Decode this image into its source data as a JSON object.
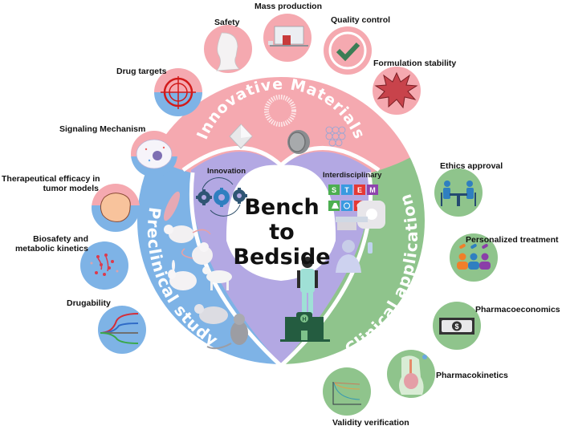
{
  "title": {
    "line1": "Bench",
    "line2": "to",
    "line3": "Bedside"
  },
  "colors": {
    "pink": "#f5a9b0",
    "pink_light": "#f7b7bd",
    "blue": "#7eb3e6",
    "green": "#8fc48c",
    "purple": "#b3a8e3",
    "white": "#ffffff",
    "text": "#111111"
  },
  "lobes": {
    "top": {
      "label": "Innovative Materials",
      "color": "pink"
    },
    "left": {
      "label": "Preclinical study",
      "color": "blue"
    },
    "right": {
      "label": "Clinical application",
      "color": "green"
    }
  },
  "overlaps": {
    "innovation": {
      "label": "Innovation",
      "icon": "gears-icon"
    },
    "interdisciplinary": {
      "label": "Interdisciplinary",
      "icon": "stem-icon",
      "tiles_top": [
        "S",
        "T",
        "E",
        "M"
      ],
      "tiles_bottom": [
        "flask",
        "atom",
        "gear",
        "π"
      ]
    }
  },
  "materials_icons": [
    "liposome-icon",
    "octahedron-crystal-icon",
    "nanodisc-icon",
    "mesh-network-icon"
  ],
  "preclinical_icons": [
    "zebrafish-icon",
    "mouse-icon",
    "rat-icon",
    "rabbit-icon",
    "dog-icon",
    "pig-icon",
    "monkey-icon"
  ],
  "clinical_icons": [
    "mri-scanner-icon",
    "patient-icon",
    "doctor-icon",
    "hospital-icon"
  ],
  "satellites": [
    {
      "label": "Safety",
      "icon": "masked-head-icon",
      "fill": "pink"
    },
    {
      "label": "Mass production",
      "icon": "lab-equipment-icon",
      "fill": "pink"
    },
    {
      "label": "Quality control",
      "icon": "checkmark-icon",
      "fill": "pink"
    },
    {
      "label": "Formulation stability",
      "icon": "burst-icon",
      "fill": "pink"
    },
    {
      "label": "Drug targets",
      "icon": "crosshair-target-icon",
      "fill": "pink-blue"
    },
    {
      "label": "Signaling Mechanism",
      "icon": "cell-icon",
      "fill": "pink-blue"
    },
    {
      "label": "Therapeutical efficacy in",
      "label2": "tumor models",
      "icon": "tumor-icon",
      "fill": "pink-blue"
    },
    {
      "label": "Biosafety and",
      "label2": "metabolic kinetics",
      "icon": "molecules-icon",
      "fill": "blue"
    },
    {
      "label": "Drugability",
      "icon": "curves-icon",
      "fill": "blue"
    },
    {
      "label": "Ethics approval",
      "icon": "meeting-icon",
      "fill": "green"
    },
    {
      "label": "Personalized treatment",
      "icon": "patients-pills-icon",
      "fill": "green"
    },
    {
      "label": "Pharmacoeconomics",
      "icon": "banknote-icon",
      "fill": "green"
    },
    {
      "label": "Pharmacokinetics",
      "icon": "digestive-system-icon",
      "fill": "green"
    },
    {
      "label": "Validity verification",
      "icon": "survival-curve-icon",
      "fill": "green"
    }
  ],
  "banknote_symbol": "$",
  "hospital_letter": "H"
}
